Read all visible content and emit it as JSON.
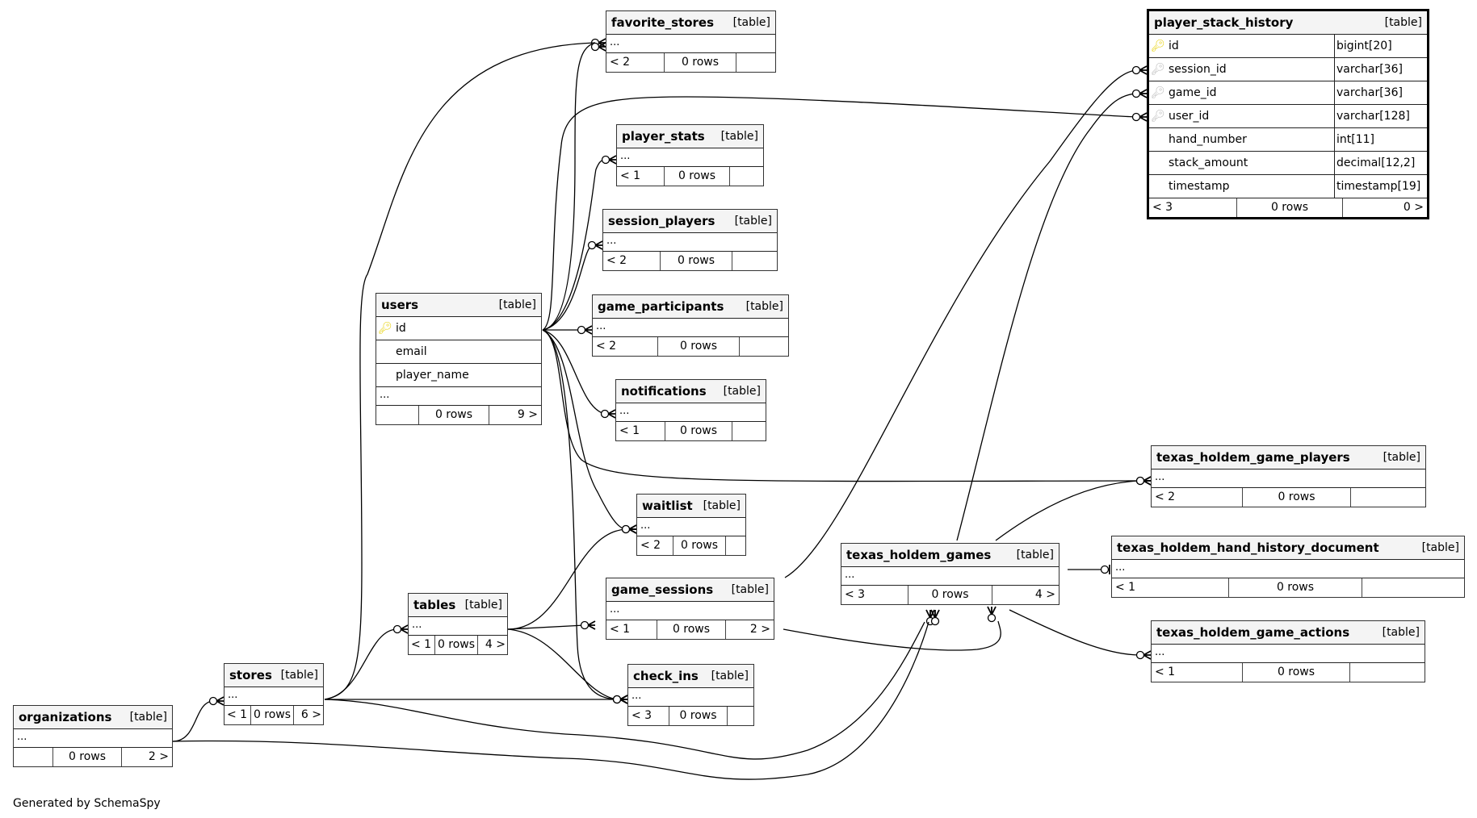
{
  "diagram": {
    "footer": "Generated by SchemaSpy",
    "kind_label": "[table]",
    "ellipsis": "...",
    "tables": {
      "favorite_stores": {
        "name": "favorite_stores",
        "parents": "< 2",
        "rows": "0 rows",
        "children": ""
      },
      "player_stats": {
        "name": "player_stats",
        "parents": "< 1",
        "rows": "0 rows",
        "children": ""
      },
      "session_players": {
        "name": "session_players",
        "parents": "< 2",
        "rows": "0 rows",
        "children": ""
      },
      "game_participants": {
        "name": "game_participants",
        "parents": "< 2",
        "rows": "0 rows",
        "children": ""
      },
      "notifications": {
        "name": "notifications",
        "parents": "< 1",
        "rows": "0 rows",
        "children": ""
      },
      "users": {
        "name": "users",
        "parents": "",
        "rows": "0 rows",
        "children": "9 >",
        "columns": [
          {
            "name": "id",
            "key": "primary-key"
          },
          {
            "name": "email",
            "key": ""
          },
          {
            "name": "player_name",
            "key": ""
          }
        ]
      },
      "waitlist": {
        "name": "waitlist",
        "parents": "< 2",
        "rows": "0 rows",
        "children": ""
      },
      "game_sessions": {
        "name": "game_sessions",
        "parents": "< 1",
        "rows": "0 rows",
        "children": "2 >"
      },
      "tables": {
        "name": "tables",
        "parents": "< 1",
        "rows": "0 rows",
        "children": "4 >"
      },
      "check_ins": {
        "name": "check_ins",
        "parents": "< 3",
        "rows": "0 rows",
        "children": ""
      },
      "stores": {
        "name": "stores",
        "parents": "< 1",
        "rows": "0 rows",
        "children": "6 >"
      },
      "organizations": {
        "name": "organizations",
        "parents": "",
        "rows": "0 rows",
        "children": "2 >"
      },
      "texas_holdem_games": {
        "name": "texas_holdem_games",
        "parents": "< 3",
        "rows": "0 rows",
        "children": "4 >"
      },
      "texas_holdem_game_players": {
        "name": "texas_holdem_game_players",
        "parents": "< 2",
        "rows": "0 rows",
        "children": ""
      },
      "texas_holdem_hand_history_document": {
        "name": "texas_holdem_hand_history_document",
        "parents": "< 1",
        "rows": "0 rows",
        "children": ""
      },
      "texas_holdem_game_actions": {
        "name": "texas_holdem_game_actions",
        "parents": "< 1",
        "rows": "0 rows",
        "children": ""
      },
      "player_stack_history": {
        "name": "player_stack_history",
        "parents": "< 3",
        "rows": "0 rows",
        "children": "0 >",
        "columns": [
          {
            "name": "id",
            "type": "bigint[20]",
            "key": "primary-key"
          },
          {
            "name": "session_id",
            "type": "varchar[36]",
            "key": "foreign-key"
          },
          {
            "name": "game_id",
            "type": "varchar[36]",
            "key": "foreign-key"
          },
          {
            "name": "user_id",
            "type": "varchar[128]",
            "key": "foreign-key"
          },
          {
            "name": "hand_number",
            "type": "int[11]",
            "key": ""
          },
          {
            "name": "stack_amount",
            "type": "decimal[12,2]",
            "key": ""
          },
          {
            "name": "timestamp",
            "type": "timestamp[19]",
            "key": ""
          }
        ]
      }
    },
    "relationships": [
      {
        "from": "users",
        "to": "favorite_stores",
        "cardinality": "zero-or-many"
      },
      {
        "from": "users",
        "to": "player_stats",
        "cardinality": "zero-or-many"
      },
      {
        "from": "users",
        "to": "session_players",
        "cardinality": "zero-or-many"
      },
      {
        "from": "users",
        "to": "game_participants",
        "cardinality": "zero-or-many"
      },
      {
        "from": "users",
        "to": "notifications",
        "cardinality": "zero-or-many"
      },
      {
        "from": "users",
        "to": "waitlist",
        "cardinality": "zero-or-many"
      },
      {
        "from": "users",
        "to": "check_ins",
        "cardinality": "zero-or-many"
      },
      {
        "from": "users",
        "to": "texas_holdem_game_players",
        "cardinality": "zero-or-many"
      },
      {
        "from": "users",
        "to": "player_stack_history.user_id",
        "cardinality": "zero-or-many"
      },
      {
        "from": "stores",
        "to": "favorite_stores",
        "cardinality": "zero-or-many"
      },
      {
        "from": "stores",
        "to": "tables",
        "cardinality": "zero-or-many"
      },
      {
        "from": "stores",
        "to": "check_ins",
        "cardinality": "zero-or-many"
      },
      {
        "from": "stores",
        "to": "texas_holdem_games",
        "cardinality": "zero-or-many"
      },
      {
        "from": "organizations",
        "to": "stores",
        "cardinality": "zero-or-many"
      },
      {
        "from": "organizations",
        "to": "texas_holdem_games",
        "cardinality": "zero-or-many"
      },
      {
        "from": "tables",
        "to": "waitlist",
        "cardinality": "zero-or-many"
      },
      {
        "from": "tables",
        "to": "game_sessions",
        "cardinality": "zero-or-many"
      },
      {
        "from": "tables",
        "to": "check_ins",
        "cardinality": "zero-or-many"
      },
      {
        "from": "game_sessions",
        "to": "player_stack_history.session_id",
        "cardinality": "zero-or-many"
      },
      {
        "from": "game_sessions",
        "to": "texas_holdem_games",
        "cardinality": "zero-or-many"
      },
      {
        "from": "texas_holdem_games",
        "to": "player_stack_history.game_id",
        "cardinality": "zero-or-many"
      },
      {
        "from": "texas_holdem_games",
        "to": "texas_holdem_game_players",
        "cardinality": "zero-or-many"
      },
      {
        "from": "texas_holdem_games",
        "to": "texas_holdem_hand_history_document",
        "cardinality": "zero-or-one"
      },
      {
        "from": "texas_holdem_games",
        "to": "texas_holdem_game_actions",
        "cardinality": "zero-or-many"
      }
    ]
  }
}
